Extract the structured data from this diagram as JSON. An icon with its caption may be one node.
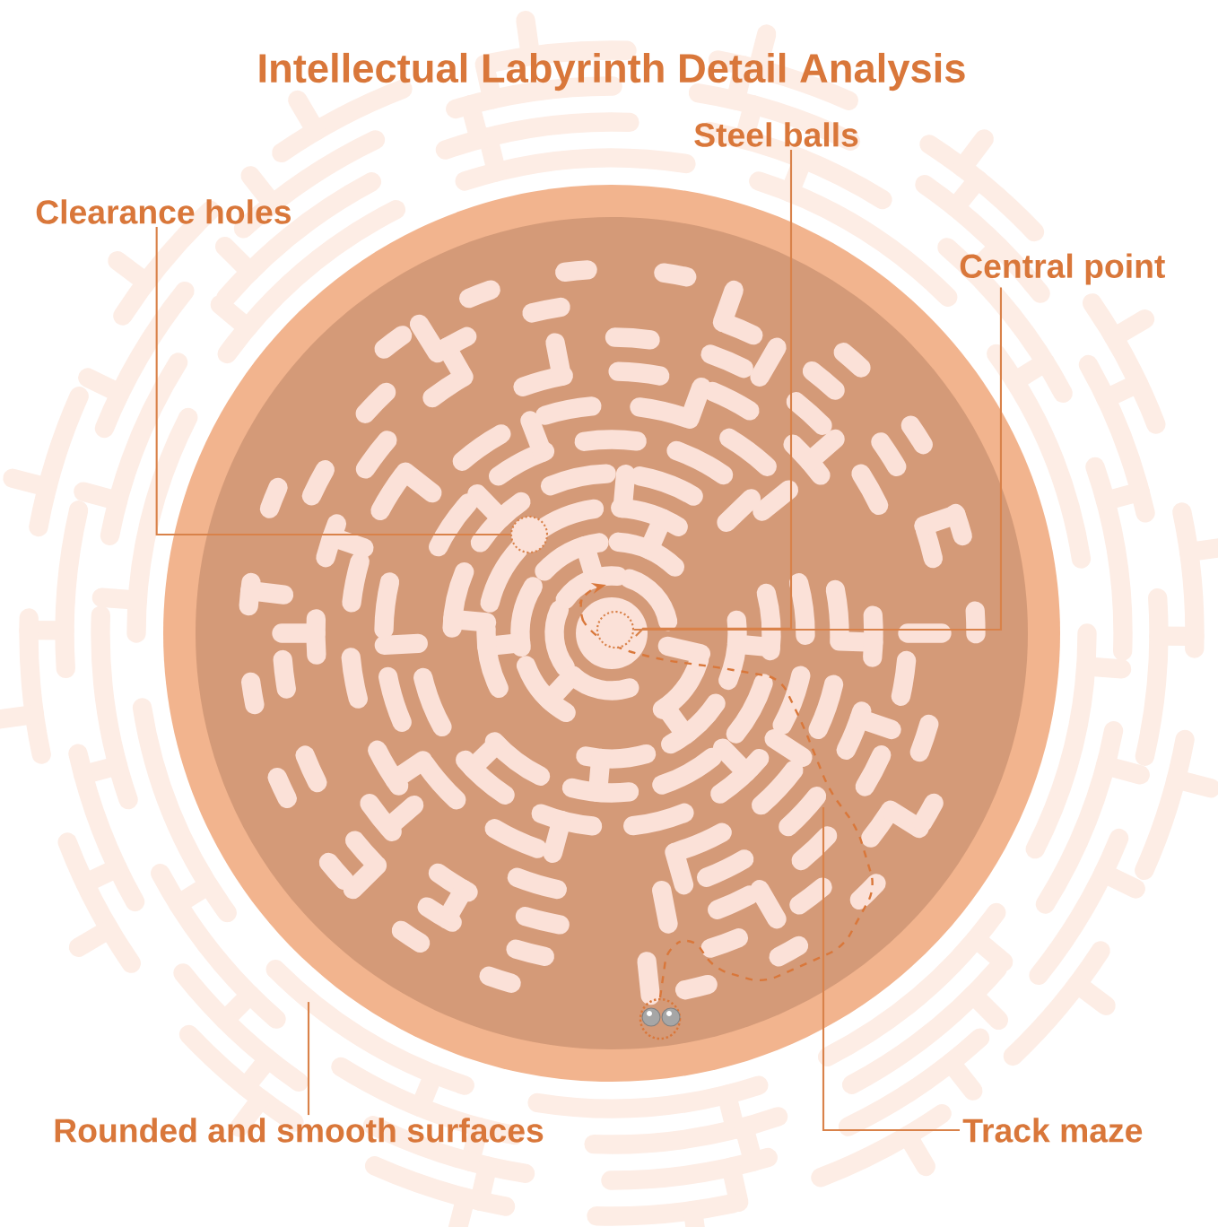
{
  "diagram": {
    "title": "Intellectual Labyrinth Detail Analysis",
    "nodes": [
      {
        "text": [
          "Clearance holes"
        ]
      },
      {
        "text": [],
        "shape": "circle"
      },
      {
        "text": [
          "Steel balls"
        ]
      },
      {
        "text": [
          "Central point"
        ]
      },
      {
        "text": [],
        "shape": "circle"
      },
      {
        "text": [
          "Rounded and smooth surfaces"
        ]
      },
      {
        "text": [
          "Track maze"
        ]
      }
    ],
    "edges": [
      {
        "from": 0,
        "to": 1,
        "arrow": "none"
      },
      {
        "from": 2,
        "to": 4,
        "arrow": "none"
      },
      {
        "from": 3,
        "to": 4,
        "arrow": "none"
      },
      {
        "from": 5,
        "to": null,
        "arrow": "none"
      },
      {
        "from": 6,
        "to": null,
        "arrow": "none"
      }
    ]
  }
}
